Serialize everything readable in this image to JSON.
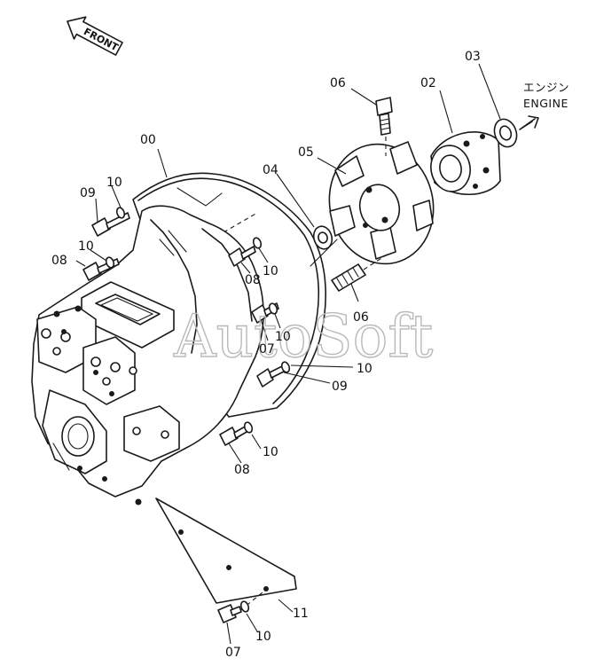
{
  "watermark": "AutoSoft",
  "direction_front": "FRONT",
  "direction_engine_jp": "エンジン",
  "direction_engine_en": "ENGINE",
  "callouts": {
    "c00": "00",
    "c02": "02",
    "c03": "03",
    "c04": "04",
    "c05": "05",
    "c06_top": "06",
    "c06_bottom": "06",
    "c07_upper": "07",
    "c07_lower": "07",
    "c08_left": "08",
    "c08_mid": "08",
    "c08_bottom": "08",
    "c09_left": "09",
    "c09_right": "09",
    "c10_a": "10",
    "c10_b": "10",
    "c10_c": "10",
    "c10_d": "10",
    "c10_e": "10",
    "c10_f": "10",
    "c10_g": "10",
    "c11": "11"
  }
}
